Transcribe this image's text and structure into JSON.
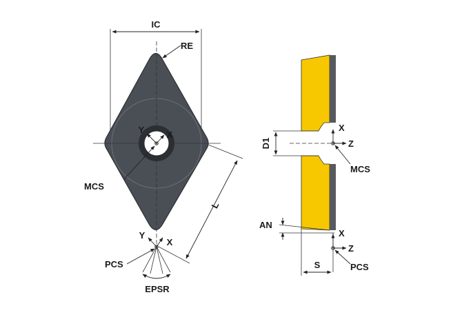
{
  "diagram": {
    "colors": {
      "insert_body": "#4a4e55",
      "insert_outline": "#2b2e33",
      "section_fill": "#f7c800",
      "section_side": "#56595e",
      "dim_line": "#222222",
      "background": "#ffffff"
    },
    "front_view": {
      "labels": {
        "ic": "IC",
        "re": "RE",
        "y_top": "Y",
        "x_top": "X",
        "mcs": "MCS",
        "l": "L",
        "y_bottom": "Y",
        "x_bottom": "X",
        "pcs": "PCS",
        "epsr": "EPSR"
      }
    },
    "side_view": {
      "labels": {
        "d1": "D1",
        "x_top": "X",
        "z_top": "Z",
        "mcs": "MCS",
        "an": "AN",
        "x_bottom": "X",
        "z_bottom": "Z",
        "pcs": "PCS",
        "s": "S"
      }
    }
  }
}
